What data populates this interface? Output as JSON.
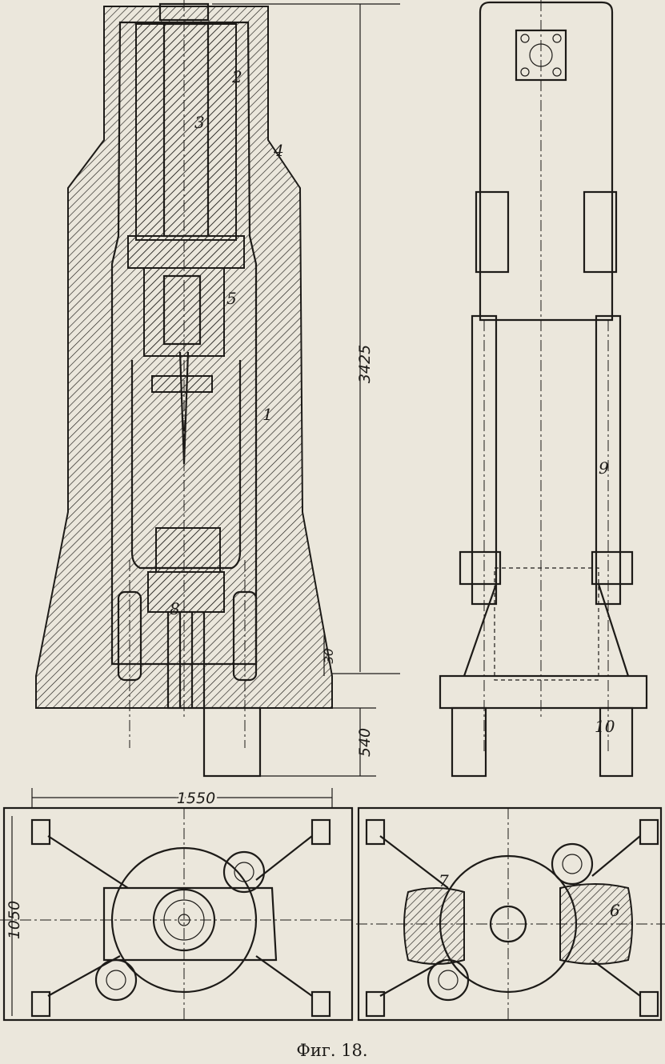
{
  "figure": {
    "caption": "Фиг. 18.",
    "part_labels": [
      "1",
      "2",
      "3",
      "4",
      "5",
      "6",
      "7",
      "8",
      "9",
      "10"
    ],
    "dimensions": {
      "height_total": "3425",
      "rod_extension": "540",
      "base_thickness": "30",
      "plan_length": "1550",
      "plan_width": "1050"
    },
    "colors": {
      "paper": "#ebe7dc",
      "ink": "#1d1b18"
    }
  }
}
